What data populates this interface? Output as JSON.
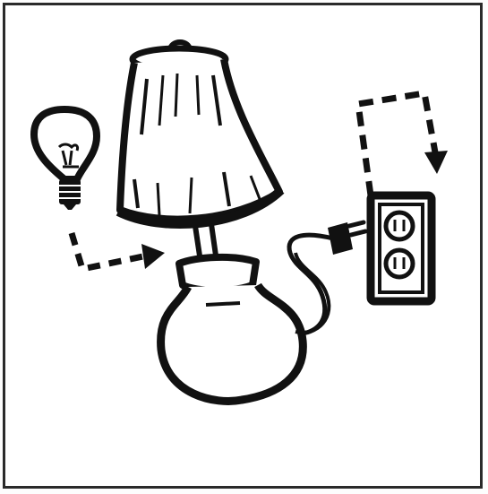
{
  "illustration": {
    "items": [
      {
        "name": "light-bulb",
        "icon": "bulb-icon"
      },
      {
        "name": "table-lamp",
        "icon": "lamp-icon"
      },
      {
        "name": "plug",
        "icon": "plug-icon"
      },
      {
        "name": "wall-outlet",
        "icon": "outlet-icon"
      }
    ],
    "arrows": [
      {
        "from": "light-bulb",
        "to": "table-lamp",
        "style": "dashed"
      },
      {
        "from": "wall-outlet",
        "to": "wall-outlet-top",
        "style": "dashed",
        "direction": "loop-down"
      }
    ],
    "colors": {
      "ink": "#111111",
      "paper": "#ffffff",
      "frame": "#2a2a2a"
    }
  }
}
